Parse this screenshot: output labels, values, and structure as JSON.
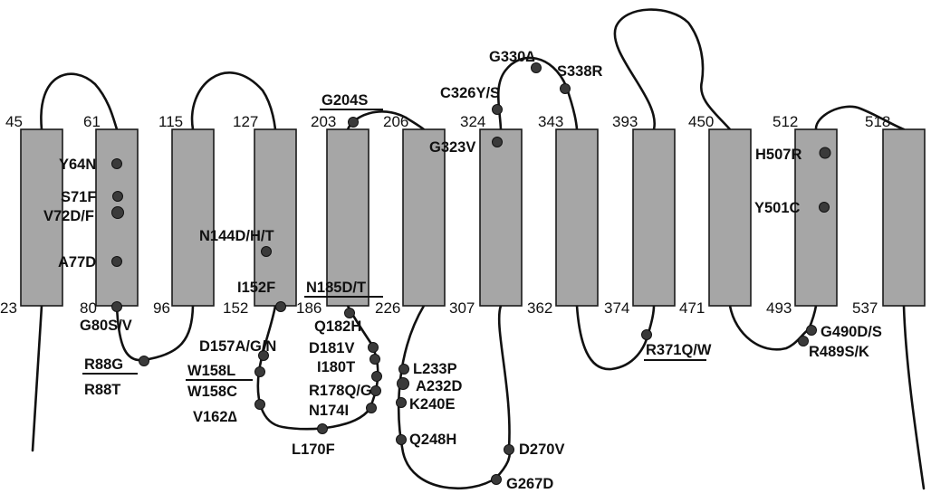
{
  "helix_numbers": {
    "h1_top": "45",
    "h1_bottom": "23",
    "h2_top": "61",
    "h2_bottom": "80",
    "h3_top": "115",
    "h3_bottom": "96",
    "h4_top": "127",
    "h4_bottom": "152",
    "h5_top": "203",
    "h5_bottom": "186",
    "h6_top": "206",
    "h6_bottom": "226",
    "h7_top": "324",
    "h7_bottom": "307",
    "h8_top": "343",
    "h8_bottom": "362",
    "h9_top": "393",
    "h9_bottom": "374",
    "h10_top": "450",
    "h10_bottom": "471",
    "h11_top": "512",
    "h11_bottom": "493",
    "h12_top": "518",
    "h12_bottom": "537"
  },
  "mutations": {
    "y64n": "Y64N",
    "s71f": "S71F",
    "v72df": "V72D/F",
    "a77d": "A77D",
    "g80sv": "G80S/V",
    "r88g": "R88G",
    "r88t": "R88T",
    "n144dht": "N144D/H/T",
    "i152f": "I152F",
    "d157agn": "D157A/G/N",
    "w158l": "W158L",
    "w158c": "W158C",
    "v162del": "V162∆",
    "l170f": "L170F",
    "n185dt": "N185D/T",
    "q182h": "Q182H",
    "d181v": "D181V",
    "i180t": "I180T",
    "r178qg": "R178Q/G",
    "n174i": "N174I",
    "g204s": "G204S",
    "l233p": "L233P",
    "a232d": "A232D",
    "k240e": "K240E",
    "q248h": "Q248H",
    "d270v": "D270V",
    "g267d": "G267D",
    "g330del": "G330∆",
    "c326ys": "C326Y/S",
    "s338r": "S338R",
    "g323v": "G323V",
    "r371qw": "R371Q/W",
    "h507r": "H507R",
    "y501c": "Y501C",
    "g490ds": "G490D/S",
    "r489sk": "R489S/K"
  }
}
